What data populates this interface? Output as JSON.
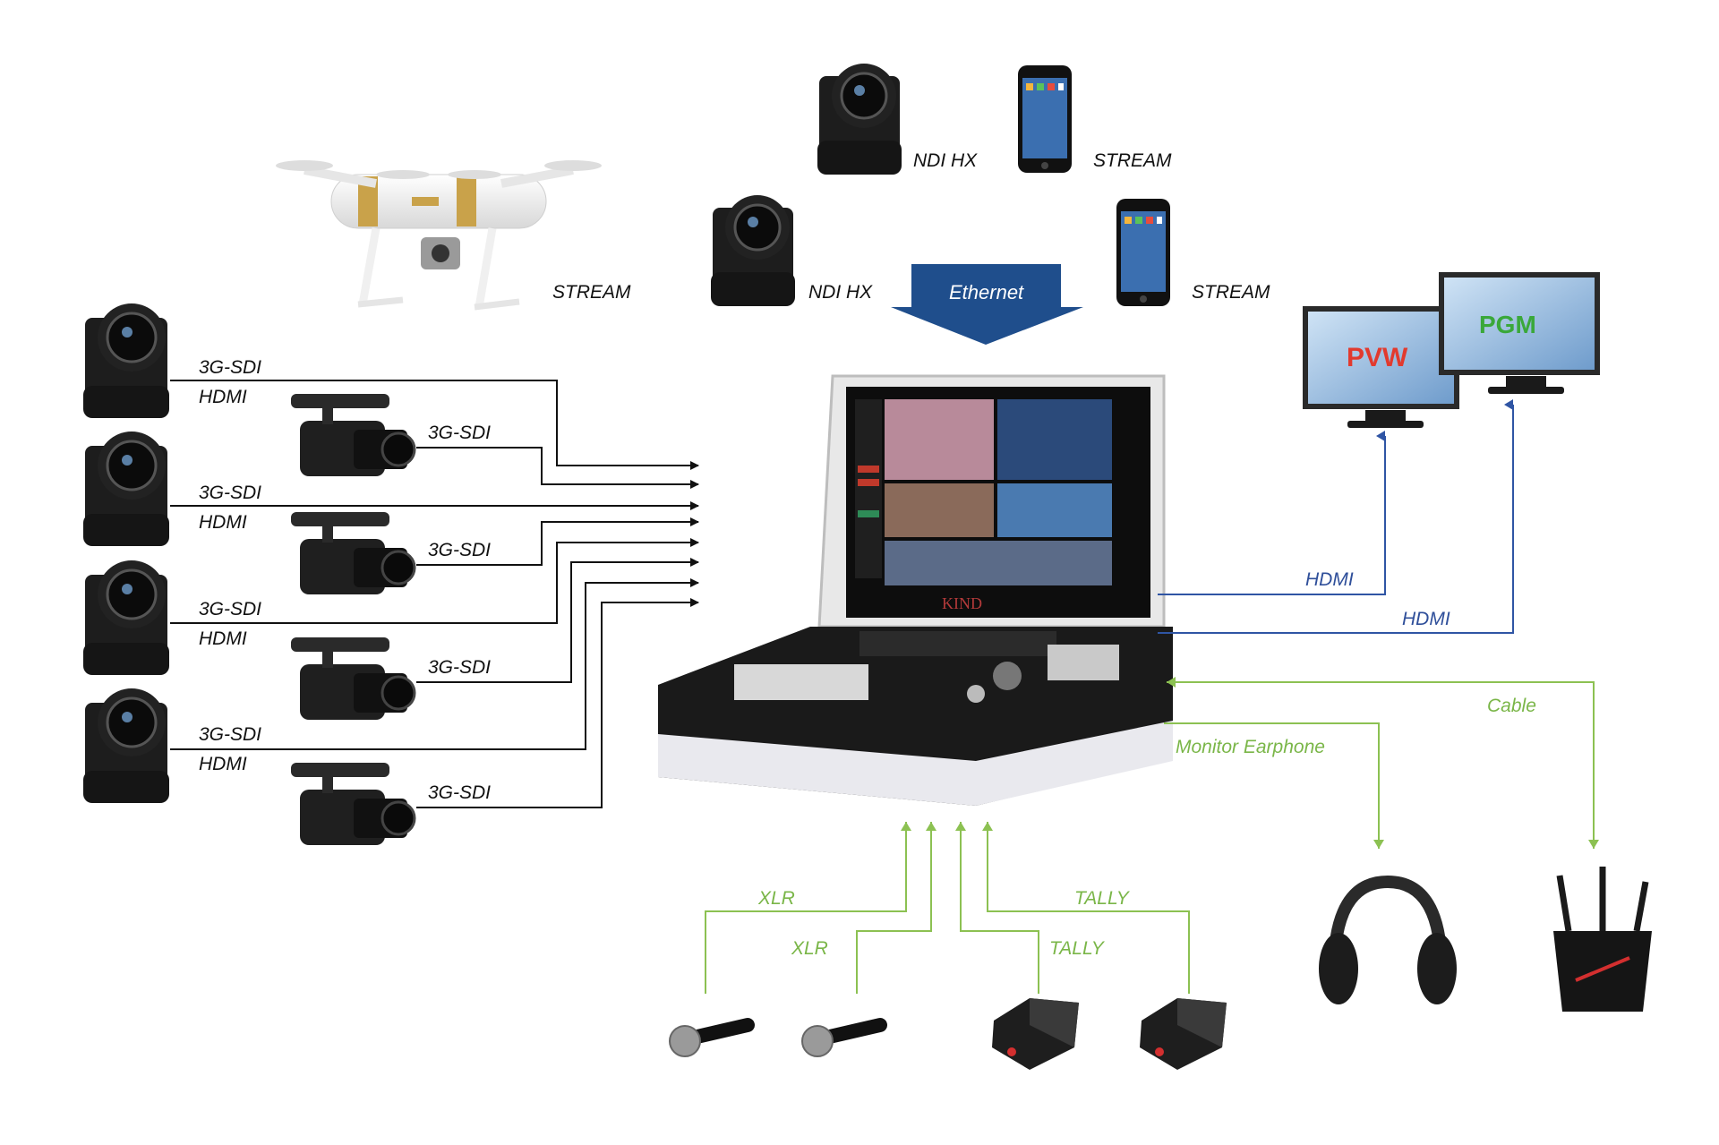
{
  "colors": {
    "black_line": "#111111",
    "blue_line": "#2f55a4",
    "green_line": "#8cc152",
    "ethernet_arrow": "#1f4e8c",
    "pvw_red": "#e23a2e",
    "pgm_green": "#3aa83a"
  },
  "top_sources": {
    "drone_label": "STREAM",
    "ptz_top_label": "NDI HX",
    "phone_top_label": "STREAM",
    "ptz_mid_label": "NDI HX",
    "phone_mid_label": "STREAM",
    "ethernet_label": "Ethernet"
  },
  "left_inputs": [
    {
      "sdi": "3G-SDI",
      "hdmi": "HDMI",
      "cam_sdi": "3G-SDI"
    },
    {
      "sdi": "3G-SDI",
      "hdmi": "HDMI",
      "cam_sdi": "3G-SDI"
    },
    {
      "sdi": "3G-SDI",
      "hdmi": "HDMI",
      "cam_sdi": "3G-SDI"
    },
    {
      "sdi": "3G-SDI",
      "hdmi": "HDMI",
      "cam_sdi": "3G-SDI"
    }
  ],
  "monitors": {
    "pvw": "PVW",
    "pgm": "PGM",
    "hdmi_1": "HDMI",
    "hdmi_2": "HDMI"
  },
  "peripherals": {
    "cable": "Cable",
    "monitor_earphone": "Monitor Earphone",
    "xlr_1": "XLR",
    "xlr_2": "XLR",
    "tally_1": "TALLY",
    "tally_2": "TALLY"
  },
  "device": {
    "brand": "KIND"
  }
}
